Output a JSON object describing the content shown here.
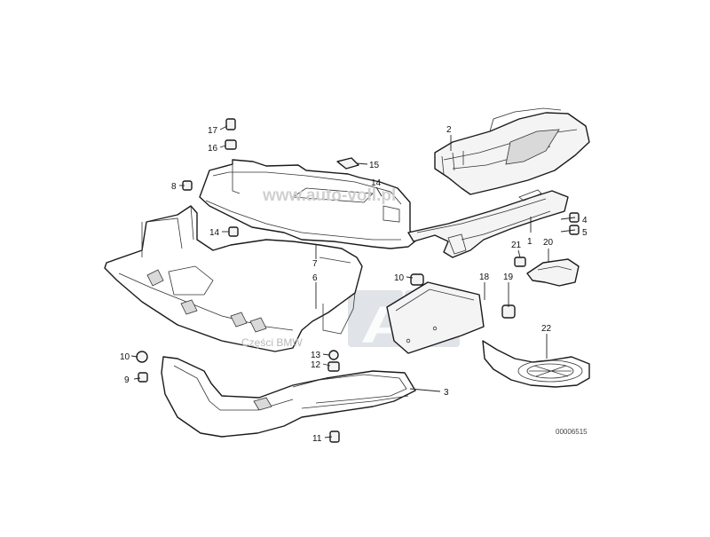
{
  "diagram": {
    "watermark": "www.auto-voll.pl",
    "watermark_sub": "Części BMW",
    "logo_text": "AV",
    "drawing_code": "00006515",
    "callouts": [
      {
        "id": "c1",
        "label": "1"
      },
      {
        "id": "c2",
        "label": "2"
      },
      {
        "id": "c3",
        "label": "3"
      },
      {
        "id": "c4",
        "label": "4"
      },
      {
        "id": "c5",
        "label": "5"
      },
      {
        "id": "c6",
        "label": "6"
      },
      {
        "id": "c7",
        "label": "7"
      },
      {
        "id": "c8",
        "label": "8"
      },
      {
        "id": "c9",
        "label": "9"
      },
      {
        "id": "c10a",
        "label": "10"
      },
      {
        "id": "c10b",
        "label": "10"
      },
      {
        "id": "c11",
        "label": "11"
      },
      {
        "id": "c12",
        "label": "12"
      },
      {
        "id": "c13",
        "label": "13"
      },
      {
        "id": "c14a",
        "label": "14"
      },
      {
        "id": "c14b",
        "label": "14"
      },
      {
        "id": "c15",
        "label": "15"
      },
      {
        "id": "c16",
        "label": "16"
      },
      {
        "id": "c17",
        "label": "17"
      },
      {
        "id": "c18",
        "label": "18"
      },
      {
        "id": "c19",
        "label": "19"
      },
      {
        "id": "c20",
        "label": "20"
      },
      {
        "id": "c21",
        "label": "21"
      },
      {
        "id": "c22",
        "label": "22"
      }
    ]
  }
}
